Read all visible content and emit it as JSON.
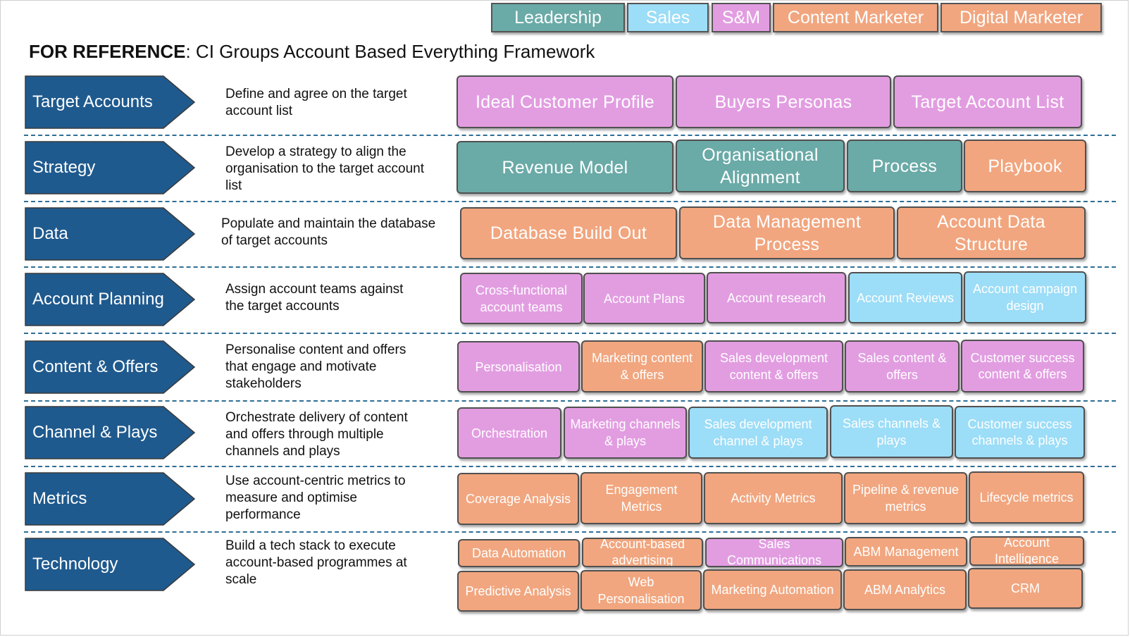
{
  "colors": {
    "Leadership": "#6aaaa7",
    "Sales": "#9cddf7",
    "S&M": "#e29de1",
    "Content Marketer": "#f1a67f",
    "Digital Marketer": "#f1a67f",
    "row_arrow": "#1f5a8e",
    "separator": "#2f6e95"
  },
  "legend": [
    "Leadership",
    "Sales",
    "S&M",
    "Content Marketer",
    "Digital Marketer"
  ],
  "title": {
    "bold": "FOR REFERENCE",
    "rest": ": CI Groups Account Based Everything Framework"
  },
  "rows": [
    {
      "label": "Target Accounts",
      "description": [
        "Define and agree on the target",
        "account list"
      ],
      "items": [
        {
          "text": "Ideal Customer Profile",
          "role": "S&M"
        },
        {
          "text": "Buyers Personas",
          "role": "S&M"
        },
        {
          "text": "Target Account List",
          "role": "S&M"
        }
      ]
    },
    {
      "label": "Strategy",
      "description": [
        "Develop a strategy to align the",
        "organisation to the target account",
        "list"
      ],
      "items": [
        {
          "text": "Revenue Model",
          "role": "Leadership"
        },
        {
          "text": "Organisational Alignment",
          "role": "Leadership"
        },
        {
          "text": "Process",
          "role": "Leadership"
        },
        {
          "text": "Playbook",
          "role": "Content Marketer"
        }
      ]
    },
    {
      "label": "Data",
      "description": [
        "Populate and maintain the database",
        "of target accounts"
      ],
      "items": [
        {
          "text": "Database Build Out",
          "role": "Digital Marketer"
        },
        {
          "text": "Data Management Process",
          "role": "Digital Marketer"
        },
        {
          "text": "Account Data Structure",
          "role": "Digital Marketer"
        }
      ]
    },
    {
      "label": "Account Planning",
      "description": [
        "Assign account teams against",
        "the target accounts"
      ],
      "items": [
        {
          "text": "Cross-functional account teams",
          "role": "S&M"
        },
        {
          "text": "Account Plans",
          "role": "S&M"
        },
        {
          "text": "Account research",
          "role": "S&M"
        },
        {
          "text": "Account Reviews",
          "role": "Sales"
        },
        {
          "text": "Account campaign design",
          "role": "Sales"
        }
      ]
    },
    {
      "label": "Content & Offers",
      "description": [
        "Personalise content and offers",
        "that engage and motivate",
        "stakeholders"
      ],
      "items": [
        {
          "text": "Personalisation",
          "role": "S&M"
        },
        {
          "text": "Marketing content & offers",
          "role": "Content Marketer"
        },
        {
          "text": "Sales development content & offers",
          "role": "S&M"
        },
        {
          "text": "Sales content & offers",
          "role": "S&M"
        },
        {
          "text": "Customer success content & offers",
          "role": "S&M"
        }
      ]
    },
    {
      "label": "Channel & Plays",
      "description": [
        "Orchestrate delivery of content",
        "and offers through multiple",
        "channels and plays"
      ],
      "items": [
        {
          "text": "Orchestration",
          "role": "S&M"
        },
        {
          "text": "Marketing channels & plays",
          "role": "S&M"
        },
        {
          "text": "Sales development channel & plays",
          "role": "Sales"
        },
        {
          "text": "Sales channels & plays",
          "role": "Sales"
        },
        {
          "text": "Customer success channels & plays",
          "role": "Sales"
        }
      ]
    },
    {
      "label": "Metrics",
      "description": [
        "Use account-centric metrics to",
        "measure and optimise",
        "performance"
      ],
      "items": [
        {
          "text": "Coverage Analysis",
          "role": "Digital Marketer"
        },
        {
          "text": "Engagement Metrics",
          "role": "Digital Marketer"
        },
        {
          "text": "Activity Metrics",
          "role": "Digital Marketer"
        },
        {
          "text": "Pipeline & revenue metrics",
          "role": "Digital Marketer"
        },
        {
          "text": "Lifecycle metrics",
          "role": "Digital Marketer"
        }
      ]
    },
    {
      "label": "Technology",
      "description": [
        "Build a tech stack to execute",
        "account-based programmes at",
        "scale"
      ],
      "items": [
        {
          "text": "Data Automation",
          "role": "Digital Marketer"
        },
        {
          "text": "Account-based advertising",
          "role": "Digital Marketer"
        },
        {
          "text": "Sales Communications",
          "role": "S&M"
        },
        {
          "text": "ABM Management",
          "role": "Digital Marketer"
        },
        {
          "text": "Account Intelligence",
          "role": "Digital Marketer"
        },
        {
          "text": "Predictive Analysis",
          "role": "Digital Marketer"
        },
        {
          "text": "Web Personalisation",
          "role": "Digital Marketer"
        },
        {
          "text": "Marketing Automation",
          "role": "Digital Marketer"
        },
        {
          "text": "ABM Analytics",
          "role": "Digital Marketer"
        },
        {
          "text": "CRM",
          "role": "Digital Marketer"
        }
      ]
    }
  ]
}
